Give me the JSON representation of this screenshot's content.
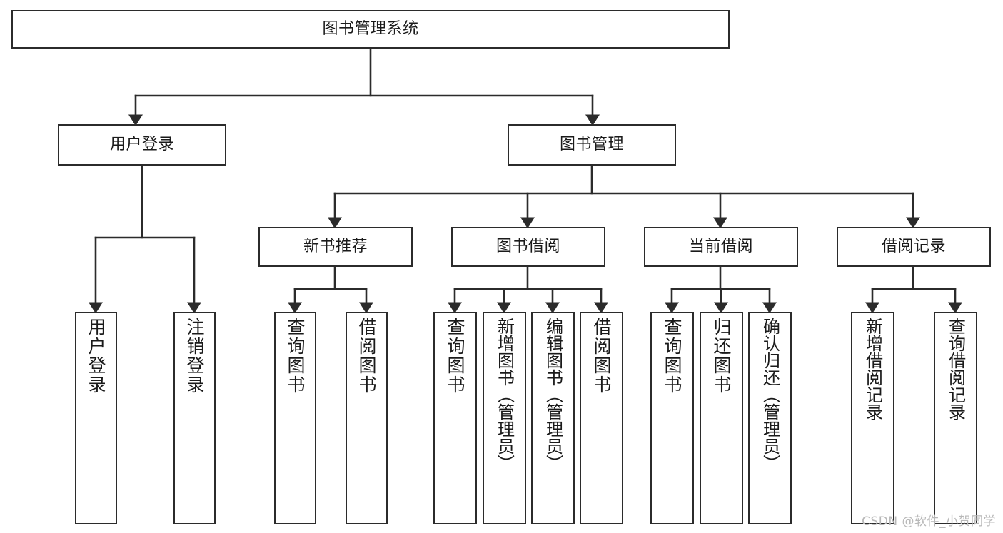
{
  "diagram": {
    "type": "tree-hierarchy-chart",
    "title": "图书管理系统",
    "stroke_color": "#2b2b2b",
    "fill_color": "#ffffff",
    "text_color": "#1a1a1a",
    "levels": 4,
    "nodes": {
      "root": {
        "label": "图书管理系统"
      },
      "level2": [
        {
          "label": "用户登录"
        },
        {
          "label": "图书管理"
        }
      ],
      "level3": [
        {
          "label": "新书推荐"
        },
        {
          "label": "图书借阅"
        },
        {
          "label": "当前借阅"
        },
        {
          "label": "借阅记录"
        }
      ],
      "leaves_user_login": [
        {
          "label": "用户登录"
        },
        {
          "label": "注销登录"
        }
      ],
      "leaves_new_book": [
        {
          "label": "查询图书"
        },
        {
          "label": "借阅图书"
        }
      ],
      "leaves_borrow": [
        {
          "label": "查询图书"
        },
        {
          "label": "新增图书（管理员）"
        },
        {
          "label": "编辑图书（管理员）"
        },
        {
          "label": "借阅图书"
        }
      ],
      "leaves_current": [
        {
          "label": "查询图书"
        },
        {
          "label": "归还图书"
        },
        {
          "label": "确认归还（管理员）"
        }
      ],
      "leaves_record": [
        {
          "label": "新增借阅记录"
        },
        {
          "label": "查询借阅记录"
        }
      ]
    }
  },
  "watermark": {
    "text": "CSDN @软件_小贺同学"
  }
}
